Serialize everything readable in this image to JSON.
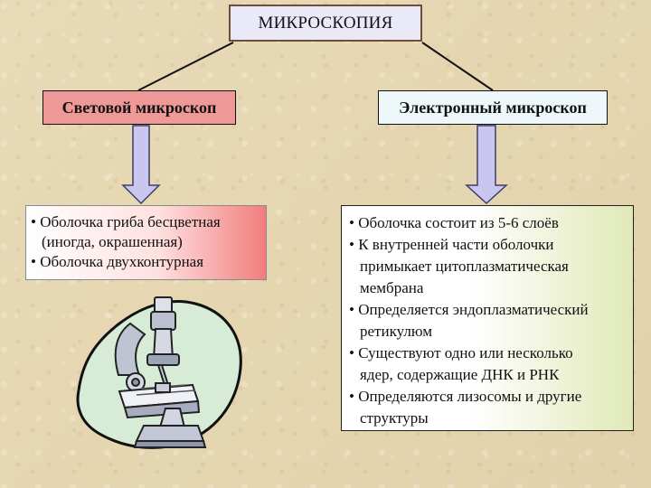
{
  "title": "МИКРОСКОПИЯ",
  "left_column": {
    "heading": "Световой микроскоп",
    "lines": [
      "• Оболочка гриба бесцветная",
      "(иногда, окрашенная)",
      "• Оболочка двухконтурная"
    ]
  },
  "right_column": {
    "heading": "Электронный микроскоп",
    "lines": [
      "• Оболочка состоит из 5-6 слоёв",
      "• К внутренней части оболочки",
      "примыкает цитоплазматическая",
      "мембрана",
      "• Определяется эндоплазматический",
      "ретикулюм",
      "• Существуют одно или несколько",
      "ядер, содержащие ДНК и РНК",
      "• Определяются лизосомы и другие",
      "структуры"
    ]
  },
  "illustration": {
    "icon": "microscope-icon"
  },
  "colors": {
    "title_background": "#e9e9f7",
    "title_border": "#6f4d37",
    "light_heading_background": "#ef9898",
    "electron_heading_background": "#eef7f9",
    "arrow_fill": "#c9c7ef",
    "blob_fill": "#d7ecd6"
  }
}
